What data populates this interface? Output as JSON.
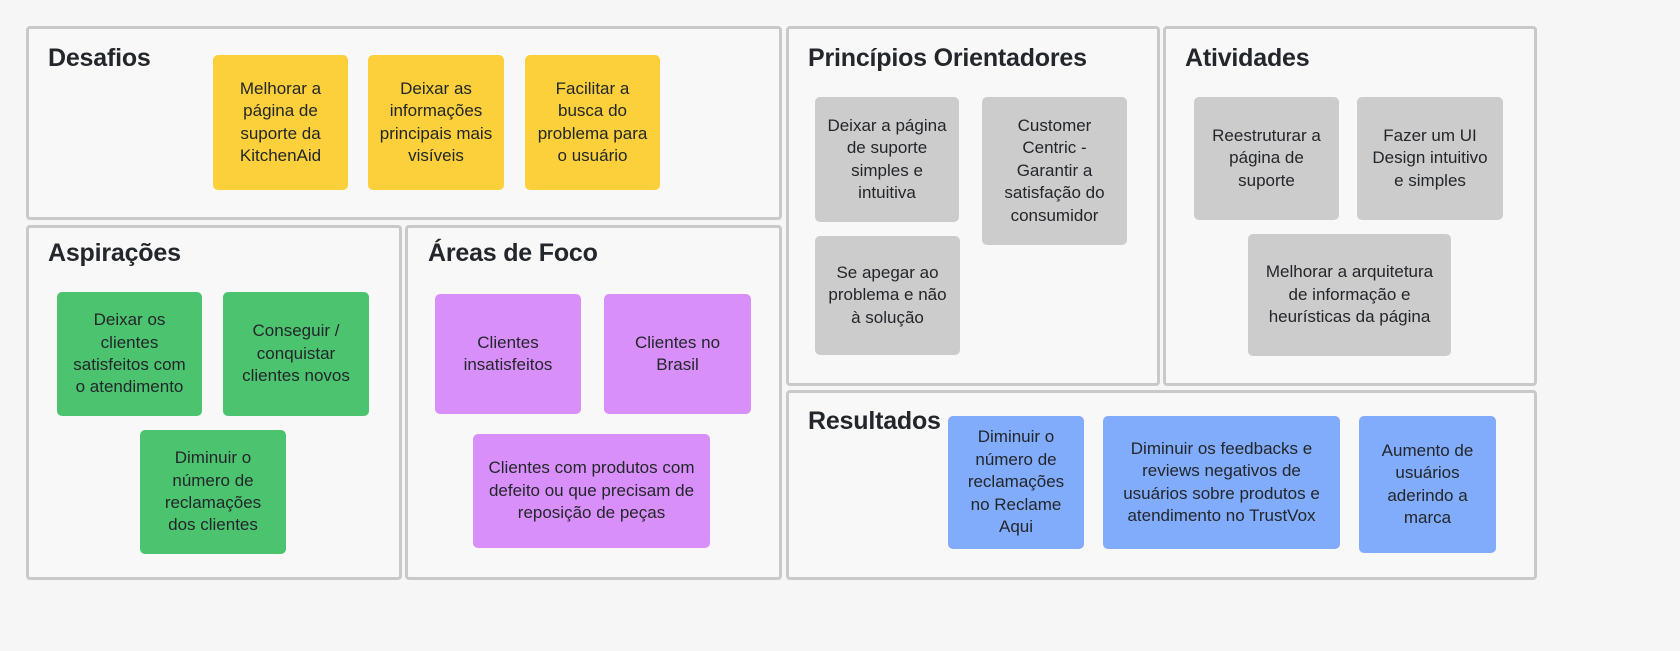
{
  "colors": {
    "background": "#f6f6f6",
    "panel_bg": "#f8f8f8",
    "panel_border": "#c9c9c9",
    "yellow": "#fbd03a",
    "green": "#4cc46f",
    "purple": "#d98ffa",
    "gray": "#cccccc",
    "blue": "#81abfb",
    "text": "#23262a"
  },
  "panels": {
    "desafios": {
      "title": "Desafios",
      "cards": [
        "Melhorar a página de suporte da KitchenAid",
        "Deixar as informações principais mais visíveis",
        "Facilitar a busca do problema para o usuário"
      ]
    },
    "aspiracoes": {
      "title": "Aspirações",
      "cards": [
        "Deixar os clientes satisfeitos com o atendimento",
        "Conseguir / conquistar clientes novos",
        "Diminuir o número de reclamações dos clientes"
      ]
    },
    "areas_de_foco": {
      "title": "Áreas de Foco",
      "cards": [
        "Clientes insatisfeitos",
        "Clientes no Brasil",
        "Clientes com produtos com defeito ou que precisam de reposição de peças"
      ]
    },
    "principios_orientadores": {
      "title": "Princípios Orientadores",
      "cards": [
        "Deixar a página de suporte simples e intuitiva",
        "Customer Centric - Garantir a satisfação do consumidor",
        "Se apegar ao problema e não à solução"
      ]
    },
    "atividades": {
      "title": "Atividades",
      "cards": [
        "Reestruturar a página de suporte",
        "Fazer um UI Design intuitivo e simples",
        "Melhorar a arquitetura de informação e heurísticas da página"
      ]
    },
    "resultados": {
      "title": "Resultados",
      "cards": [
        "Diminuir o número de reclamações no Reclame Aqui",
        "Diminuir os feedbacks e reviews negativos de usuários sobre produtos e atendimento no TrustVox",
        "Aumento de usuários aderindo a marca"
      ]
    }
  }
}
